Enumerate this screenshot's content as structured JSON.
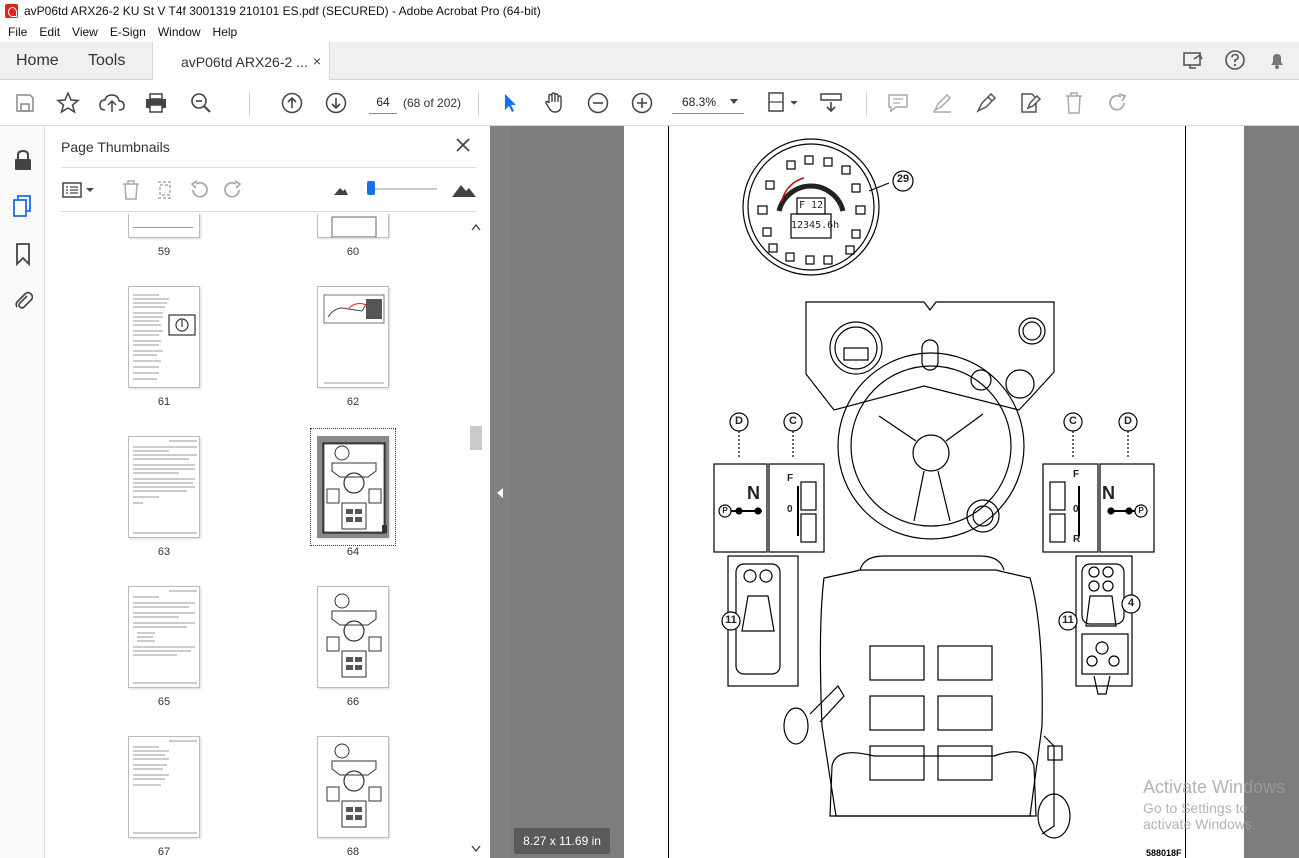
{
  "window": {
    "title": "avP06td ARX26-2 KU St V T4f 3001319 210101 ES.pdf (SECURED) - Adobe Acrobat Pro (64-bit)"
  },
  "menu": [
    "File",
    "Edit",
    "View",
    "E-Sign",
    "Window",
    "Help"
  ],
  "tabs": {
    "home": "Home",
    "tools": "Tools",
    "document": "avP06td ARX26-2 ...",
    "close_glyph": "×"
  },
  "toolbar": {
    "page_number": "64",
    "page_count": "(68 of 202)",
    "zoom": "68.3%"
  },
  "thumbnail_panel": {
    "title": "Page Thumbnails",
    "close_glyph": "×",
    "pages": [
      {
        "label": "59",
        "kind": "partial"
      },
      {
        "label": "60",
        "kind": "partial"
      },
      {
        "label": "61",
        "kind": "text-figure"
      },
      {
        "label": "62",
        "kind": "figure-top"
      },
      {
        "label": "63",
        "kind": "text"
      },
      {
        "label": "64",
        "kind": "diagram",
        "selected": true
      },
      {
        "label": "65",
        "kind": "text"
      },
      {
        "label": "66",
        "kind": "diagram"
      },
      {
        "label": "67",
        "kind": "text"
      },
      {
        "label": "68",
        "kind": "diagram"
      }
    ]
  },
  "document_page": {
    "callouts": [
      "29",
      "D",
      "C",
      "C",
      "D",
      "11",
      "11",
      "4"
    ],
    "shift_labels_left": {
      "neutral": "N",
      "forward": "F",
      "zero": "0",
      "park": "P"
    },
    "shift_labels_right": {
      "neutral": "N",
      "forward": "F",
      "zero": "0",
      "reverse": "R",
      "park": "P"
    },
    "gauge_readout": "F 12",
    "hour_meter": "12345.6h",
    "figure_code": "588018F"
  },
  "status": {
    "page_size": "8.27 x 11.69 in"
  },
  "watermark": {
    "line1": "Activate Windows",
    "line2": "Go to Settings to activate Windows."
  },
  "colors": {
    "accent": "#1473e6",
    "brand_red": "#e0261b"
  }
}
